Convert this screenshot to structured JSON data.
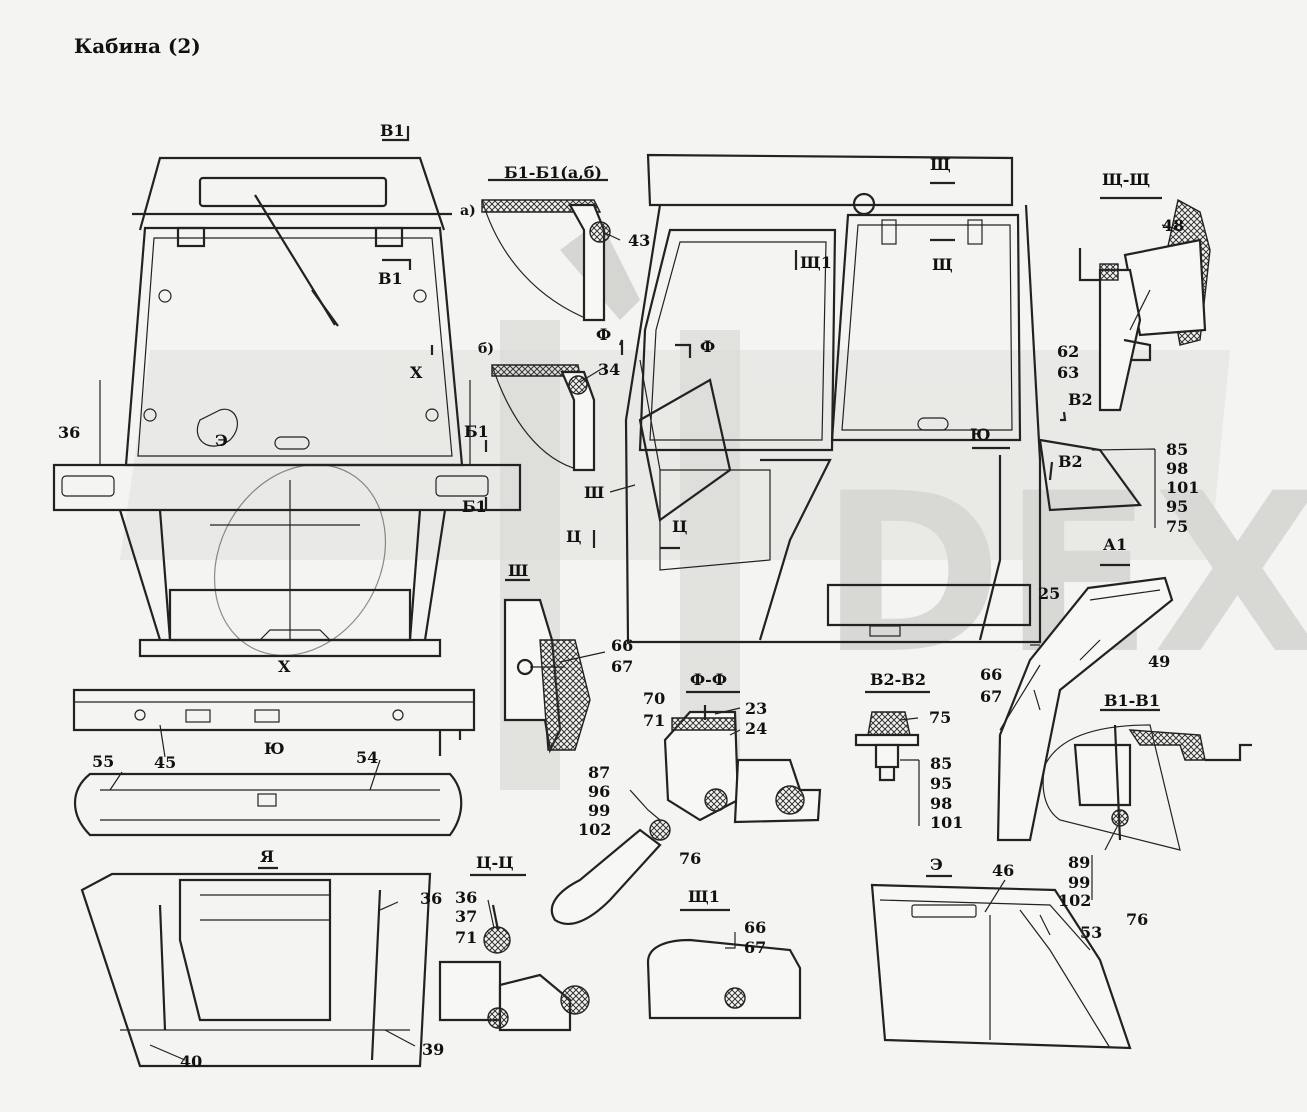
{
  "title": "Кабина (2)",
  "watermark": "DEX",
  "colors": {
    "background": "#f4f4f2",
    "ink": "#222222",
    "watermark": "#d0d0cc"
  },
  "sections": {
    "v1": "В1",
    "v1_v1": "В1-В1",
    "b1_b1": "Б1-Б1(а,б)",
    "sch": "Щ",
    "sch_sch": "Щ-Щ",
    "sch1": "Щ1",
    "f": "Ф",
    "f_f": "Ф-Ф",
    "sh": "Ш",
    "ts": "Ц",
    "ts_ts": "Ц-Ц",
    "v2": "В2",
    "v2_v2": "В2-В2",
    "yu": "Ю",
    "ya": "Я",
    "e": "Э",
    "x": "Х",
    "a1": "А1",
    "b1": "Б1",
    "a": "а)",
    "b": "б)"
  },
  "callouts": {
    "n25": "25",
    "n34": "34",
    "n36": "36",
    "n37": "37",
    "n39": "39",
    "n40": "40",
    "n43": "43",
    "n45": "45",
    "n46": "46",
    "n48": "48",
    "n49": "49",
    "n53": "53",
    "n54": "54",
    "n55": "55",
    "n62": "62",
    "n63": "63",
    "n66": "66",
    "n67": "67",
    "n70": "70",
    "n71": "71",
    "n23": "23",
    "n24": "24",
    "n75": "75",
    "n76": "76",
    "n85": "85",
    "n87": "87",
    "n89": "89",
    "n95": "95",
    "n96": "96",
    "n98": "98",
    "n99": "99",
    "n101": "101",
    "n102": "102"
  }
}
